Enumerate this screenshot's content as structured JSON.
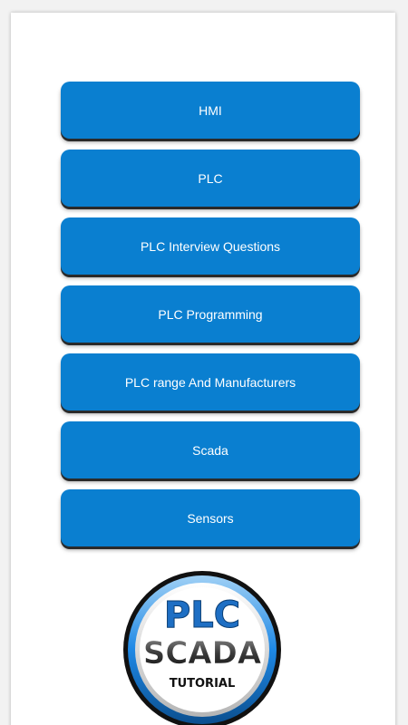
{
  "menu": {
    "items": [
      {
        "label": "HMI"
      },
      {
        "label": "PLC"
      },
      {
        "label": "PLC Interview Questions"
      },
      {
        "label": "PLC Programming"
      },
      {
        "label": "PLC range And Manufacturers"
      },
      {
        "label": "Scada"
      },
      {
        "label": "Sensors"
      }
    ]
  },
  "logo": {
    "line1": "PLC",
    "line2": "SCADA",
    "line3": "TUTORIAL"
  },
  "colors": {
    "button_bg": "#0a7fd0",
    "logo_ring": "#1e88e5",
    "logo_text_blue": "#1976d2"
  }
}
